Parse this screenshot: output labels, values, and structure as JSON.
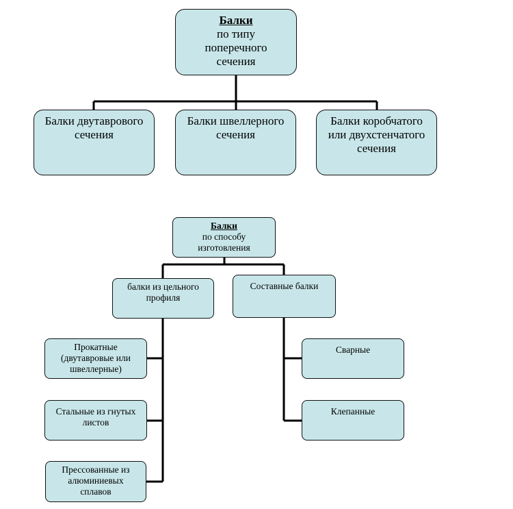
{
  "diagram1": {
    "root": {
      "title": "Балки",
      "lines": [
        "по типу",
        "поперечного",
        "сечения"
      ]
    },
    "children": [
      {
        "lines": [
          "Балки двутаврового",
          "сечения"
        ]
      },
      {
        "lines": [
          "Балки швеллерного",
          "сечения"
        ]
      },
      {
        "lines": [
          "Балки коробчатого",
          "или двухстенчатого",
          "сечения"
        ]
      }
    ]
  },
  "diagram2": {
    "root": {
      "title": "Балки",
      "lines": [
        "по способу",
        "изготовления"
      ]
    },
    "branches": [
      {
        "lines": [
          "балки из цельного",
          "профиля"
        ],
        "leaves": [
          {
            "lines": [
              "Прокатные",
              "(двутавровые или",
              "швеллерные)"
            ]
          },
          {
            "lines": [
              "Стальные из гнутых",
              "листов"
            ]
          },
          {
            "lines": [
              "Прессованные из",
              "алюминиевых",
              "сплавов"
            ]
          }
        ]
      },
      {
        "lines": [
          "Составные балки"
        ],
        "leaves": [
          {
            "lines": [
              "Сварные"
            ]
          },
          {
            "lines": [
              "Клепанные"
            ]
          }
        ]
      }
    ]
  }
}
